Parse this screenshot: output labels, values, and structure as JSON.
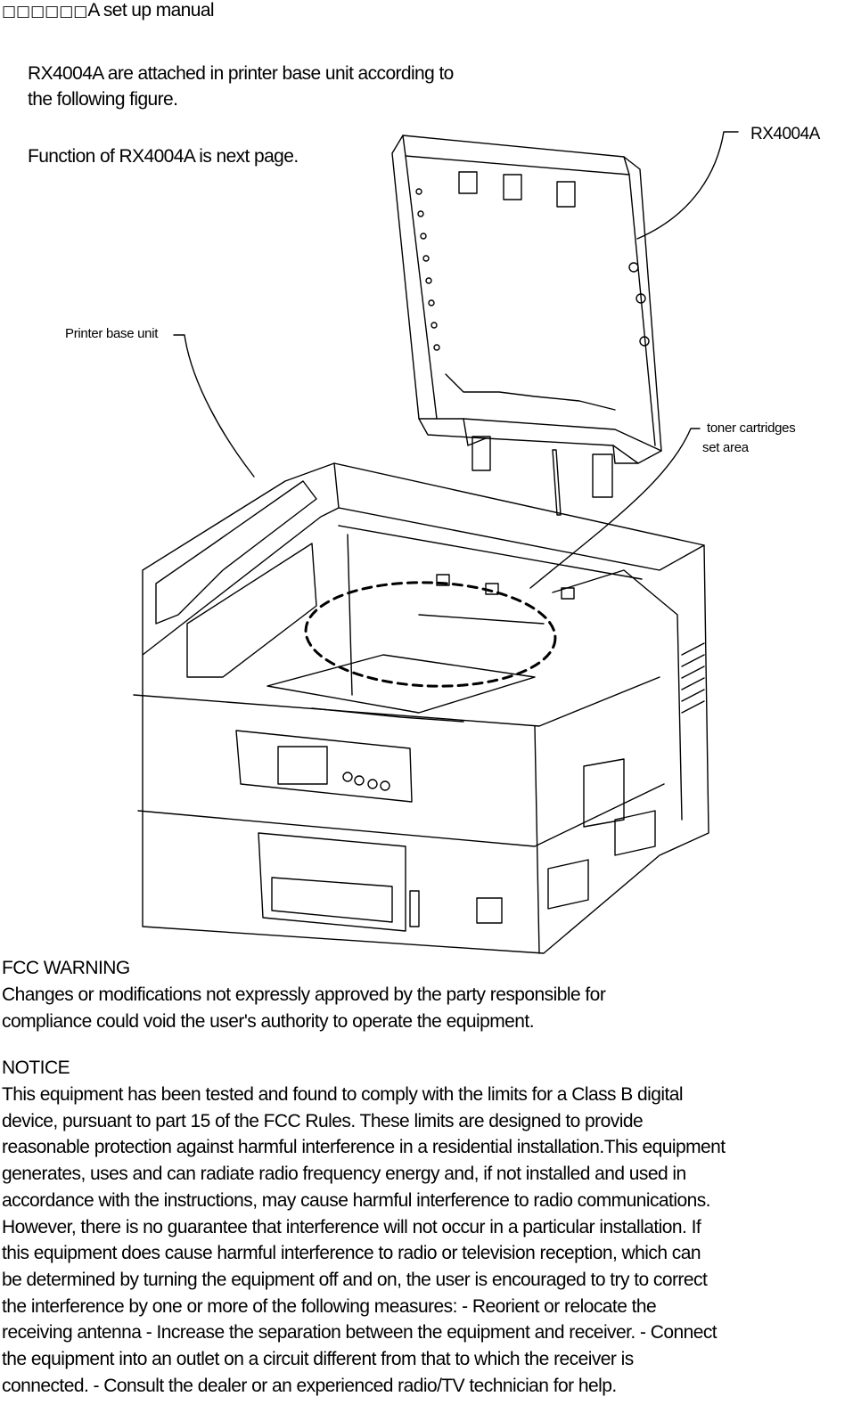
{
  "header": {
    "title_prefix": "□□□□□□",
    "title_text": "A  set up manual"
  },
  "intro": {
    "line1": "RX4004A  are attached in printer base unit  according to",
    "line2": "the following figure.",
    "line3": "Function of RX4004A is next page."
  },
  "figure": {
    "label_rx": "RX4004A",
    "label_base": "Printer base unit",
    "label_toner_1": "toner cartridges",
    "label_toner_2": "set  area"
  },
  "fcc": {
    "heading": "FCC WARNING",
    "line1": "Changes or modifications not expressly approved by the party responsible for",
    "line2": "compliance could void the user's authority to operate the equipment."
  },
  "notice": {
    "heading": "NOTICE",
    "lines": [
      "This equipment has been tested and found to comply with the limits for a Class B digital",
      "device, pursuant to part 15 of the FCC Rules. These limits are designed to provide",
      "reasonable protection against harmful interference in a residential installation.This equipment",
      "generates, uses and can radiate radio frequency energy and, if not installed and used in",
      "accordance with the instructions, may cause harmful interference to radio communications.",
      "However, there is no guarantee that interference will not occur in a particular installation. If",
      "this equipment does cause harmful interference to radio or television reception, which can",
      "be determined by turning the equipment off and on, the user is encouraged to try to correct",
      "the interference by one or more of the following measures:  - Reorient or relocate the",
      "receiving antenna - Increase the separation between the equipment and receiver. - Connect",
      "the equipment into an outlet on a circuit different from that to which the receiver is",
      "connected. - Consult the dealer or an experienced radio/TV technician for help."
    ]
  }
}
